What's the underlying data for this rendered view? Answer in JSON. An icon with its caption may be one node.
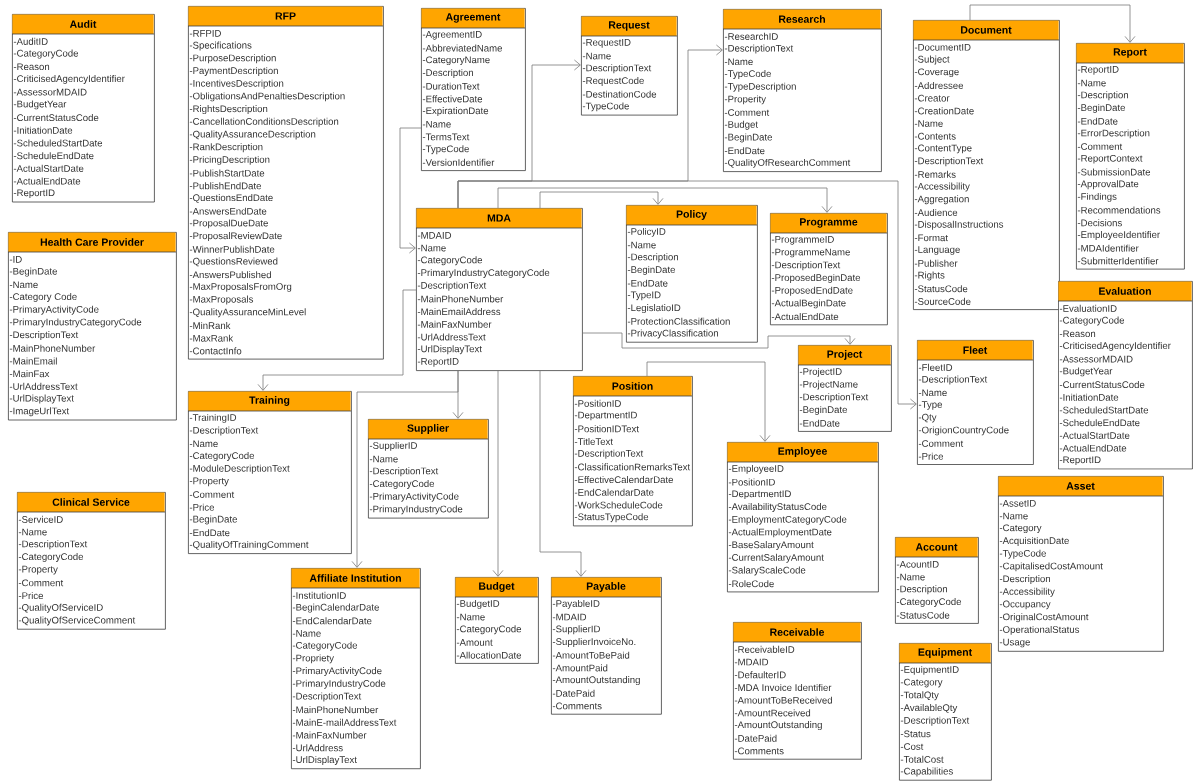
{
  "diagram": {
    "nodes": [
      {
        "text": [
          "Audit",
          "-AuditID",
          "-CategoryCode",
          "-Reason",
          "-CriticisedAgencyIdentifier",
          "-AssessorMDAID",
          "-BudgetYear",
          "-CurrentStatusCode",
          "-InitiationDate",
          "-ScheduledStartDate",
          "-ScheduleEndDate",
          "-ActualStartDate",
          "-ActualEndDate",
          "-ReportID"
        ]
      },
      {
        "text": [
          "RFP",
          "-RFPID",
          "-Specifications",
          "-PurposeDescription",
          "-PaymentDescription",
          "-IncentivesDescription",
          "-ObligationsAndPenaltiesDescription",
          "-RightsDescription",
          "-CancellationConditionsDescription",
          "-QualityAssuranceDescription",
          "-RankDescription",
          "-PricingDescription",
          "-PublishStartDate",
          "-PublishEndDate",
          "-QuestionsEndDate",
          "-AnswersEndDate",
          "-ProposalDueDate",
          "-ProposalReviewDate",
          "-WinnerPublishDate",
          "-QuestionsReviewed",
          "-AnswersPublished",
          "-MaxProposalsFromOrg",
          "-MaxProposals",
          "-QualityAssuranceMinLevel",
          "-MinRank",
          "-MaxRank",
          "-ContactInfo"
        ]
      },
      {
        "text": [
          "Agreement",
          "-AgreementID",
          "-AbbreviatedName",
          "-CategoryName",
          "-Description",
          "-DurationText",
          "-EffectiveDate",
          "-ExpirationDate",
          "-Name",
          "-TermsText",
          "-TypeCode",
          "-VersionIdentifier"
        ]
      },
      {
        "text": [
          "Request",
          "-RequestID",
          "-Name",
          "-DescriptionText",
          "-RequestCode",
          "-DestinationCode",
          "-TypeCode"
        ]
      },
      {
        "text": [
          "Research",
          "-ResearchID",
          "-DescriptionText",
          "-Name",
          "-TypeCode",
          "-TypeDescription",
          "-Properity",
          "-Comment",
          "-Budget",
          "-BeginDate",
          "-EndDate",
          "-QualityOfResearchComment"
        ]
      },
      {
        "text": [
          "Document",
          "-DocumentID",
          "-Subject",
          "-Coverage",
          "-Addressee",
          "-Creator",
          "-CreationDate",
          "-Name",
          "-Contents",
          "-ContentType",
          "-DescriptionText",
          "-Remarks",
          "-Accessibility",
          "-Aggregation",
          "-Audience",
          "-DisposalInstructions",
          "-Format",
          "-Language",
          "-Publisher",
          "-Rights",
          "-StatusCode",
          "-SourceCode"
        ]
      },
      {
        "text": [
          "Report",
          "-ReportID",
          "-Name",
          "-Description",
          "-BeginDate",
          "-EndDate",
          "-ErrorDescription",
          "-Comment",
          "-ReportContext",
          "-SubmissionDate",
          "-ApprovalDate",
          "-Findings",
          "-Recommendations",
          "-Decisions",
          "-EmployeeIdentifier",
          "-MDAIdentifier",
          "-SubmitterIdentifier"
        ]
      },
      {
        "text": [
          "Health Care Provider",
          "-ID",
          "-BeginDate",
          "-Name",
          "-Category Code",
          "-PrimaryActivityCode",
          "-PrimaryIndustryCategoryCode",
          "-DescriptionText",
          "-MainPhoneNumber",
          "-MainEmail",
          "-MainFax",
          "-UrlAddressText",
          "-UrlDisplayText",
          "-ImageUrlText"
        ]
      },
      {
        "text": [
          "MDA",
          "-MDAID",
          "-Name",
          "-CategoryCode",
          "-PrimaryIndustryCategoryCode",
          "-DescriptionText",
          "-MainPhoneNumber",
          "-MainEmailAddress",
          "-MainFaxNumber",
          "-UrlAddressText",
          "-UrlDisplayText",
          "-ReportID"
        ]
      },
      {
        "text": [
          "Policy",
          "-PolicyID",
          "-Name",
          "-Description",
          "-BeginDate",
          "-EndDate",
          "-TypeID",
          "-LegislatioID",
          "-ProtectionClassification",
          "-PrivacyClassification"
        ]
      },
      {
        "text": [
          "Programme",
          "-ProgrammeID",
          "-ProgrammeName",
          "-DescriptionText",
          "-ProposedBeginDate",
          "-ProposedEndDate",
          "-ActualBeginDate",
          "-ActualEndDate"
        ]
      },
      {
        "text": [
          "Evaluation",
          "-EvaluationID",
          "-CategoryCode",
          "-Reason",
          "-CriticisedAgencyIdentifier",
          "-AssessorMDAID",
          "-BudgetYear",
          "-CurrentStatusCode",
          "-InitiationDate",
          "-ScheduledStartDate",
          "-ScheduleEndDate",
          "-ActualStartDate",
          "-ActualEndDate",
          "-ReportID"
        ]
      },
      {
        "text": [
          "Project",
          "-ProjectID",
          "-ProjectName",
          "-DescriptionText",
          "-BeginDate",
          "-EndDate"
        ]
      },
      {
        "text": [
          "Fleet",
          "-FleetID",
          "-DescriptionText",
          "-Name",
          "-Type",
          "-Qty",
          "-OrigionCountryCode",
          "-Comment",
          "-Price"
        ]
      },
      {
        "text": [
          "Training",
          "-TrainingID",
          "-DescriptionText",
          "-Name",
          "-CategoryCode",
          "-ModuleDescriptionText",
          "-Property",
          "-Comment",
          "-Price",
          "-BeginDate",
          "-EndDate",
          "-QualityOfTrainingComment"
        ]
      },
      {
        "text": [
          "Position",
          "-PositionID",
          "-DepartmentID",
          "-PositionIDText",
          "-TitleText",
          "-DescriptionText",
          "-ClassificationRemarksText",
          "-EffectiveCalendarDate",
          "-EndCalendarDate",
          "-WorkScheduleCode",
          "-StatusTypeCode"
        ]
      },
      {
        "text": [
          "Supplier",
          "-SupplierID",
          "-Name",
          "-DescriptionText",
          "-CategoryCode",
          "-PrimaryActivityCode",
          "-PrimaryIndustryCode"
        ]
      },
      {
        "text": [
          "Employee",
          "-EmployeeID",
          "-PositionID",
          "-DepartmentID",
          "-AvailabilityStatusCode",
          "-EmploymentCategoryCode",
          "-ActualEmploymentDate",
          "-BaseSalaryAmount",
          "-CurrentSalaryAmount",
          "-SalaryScaleCode",
          "-RoleCode"
        ]
      },
      {
        "text": [
          "Clinical Service",
          "-ServiceID",
          "-Name",
          "-DescriptionText",
          "-CategoryCode",
          "-Property",
          "-Comment",
          "-Price",
          "-QualityOfServiceID",
          "-QualityOfServiceComment"
        ]
      },
      {
        "text": [
          "Asset",
          "-AssetID",
          "-Name",
          "-Category",
          "-AcquisitionDate",
          "-TypeCode",
          "-CapitalisedCostAmount",
          "-Description",
          "-Accessibility",
          "-Occupancy",
          "-OriginalCostAmount",
          "-OperationalStatus",
          "-Usage"
        ]
      },
      {
        "text": [
          "Account",
          "-AcountID",
          "-Name",
          "-Description",
          "-CategoryCode",
          "-StatusCode"
        ]
      },
      {
        "text": [
          "Affiliate Institution",
          "-InstitutionID",
          "-BeginCalendarDate",
          "-EndCalendarDate",
          "-Name",
          "-CategoryCode",
          "-Propriety",
          "-PrimaryActivityCode",
          "-PrimaryIndustryCode",
          "-DescriptionText",
          "-MainPhoneNumber",
          "-MainE-mailAddressText",
          "-MainFaxNumber",
          "-UrlAddress",
          "-UrlDisplayText"
        ]
      },
      {
        "text": [
          "Budget",
          "-BudgetID",
          "-Name",
          "-CategoryCode",
          "-Amount",
          "-AllocationDate"
        ]
      },
      {
        "text": [
          "Payable",
          "-PayableID",
          "-MDAID",
          "-SupplierID",
          "-SupplierInvoiceNo.",
          "-AmountToBePaid",
          "-AmountPaid",
          "-AmountOutstanding",
          "-DatePaid",
          "-Comments"
        ]
      },
      {
        "text": [
          "Receivable",
          "-ReceivableID",
          "-MDAID",
          "-DefaulterID",
          "-MDA Invoice Identifier",
          "-AmountToBeReceived",
          "-AmountReceived",
          "-AmountOutstanding",
          "-DatePaid",
          "-Comments"
        ]
      },
      {
        "text": [
          "Equipment",
          "-EquipmentID",
          "-Category",
          "-TotalQty",
          "-AvailableQty",
          "-DescriptionText",
          "-Status",
          "-Cost",
          "-TotalCost",
          "-Capabilities"
        ]
      }
    ],
    "edges": [
      {
        "from": 2,
        "to": 8,
        "arrow": "to"
      },
      {
        "from": 8,
        "to": 3,
        "arrow": "to"
      },
      {
        "from": 8,
        "to": 4,
        "arrow": "to"
      },
      {
        "from": 8,
        "to": 13,
        "arrow": "to"
      },
      {
        "from": 8,
        "to": 9,
        "arrow": "to"
      },
      {
        "from": 8,
        "to": 10,
        "arrow": "to"
      },
      {
        "from": 8,
        "to": 14,
        "arrow": "to"
      },
      {
        "from": 8,
        "to": 12,
        "arrow": "to"
      },
      {
        "from": 8,
        "to": 16,
        "arrow": "to"
      },
      {
        "from": 8,
        "to": 21,
        "arrow": "to"
      },
      {
        "from": 8,
        "to": 22,
        "arrow": "to"
      },
      {
        "from": 8,
        "to": 23,
        "arrow": "to"
      },
      {
        "from": 15,
        "to": 17,
        "arrow": "to"
      },
      {
        "from": 5,
        "to": 6,
        "arrow": "to"
      }
    ]
  }
}
